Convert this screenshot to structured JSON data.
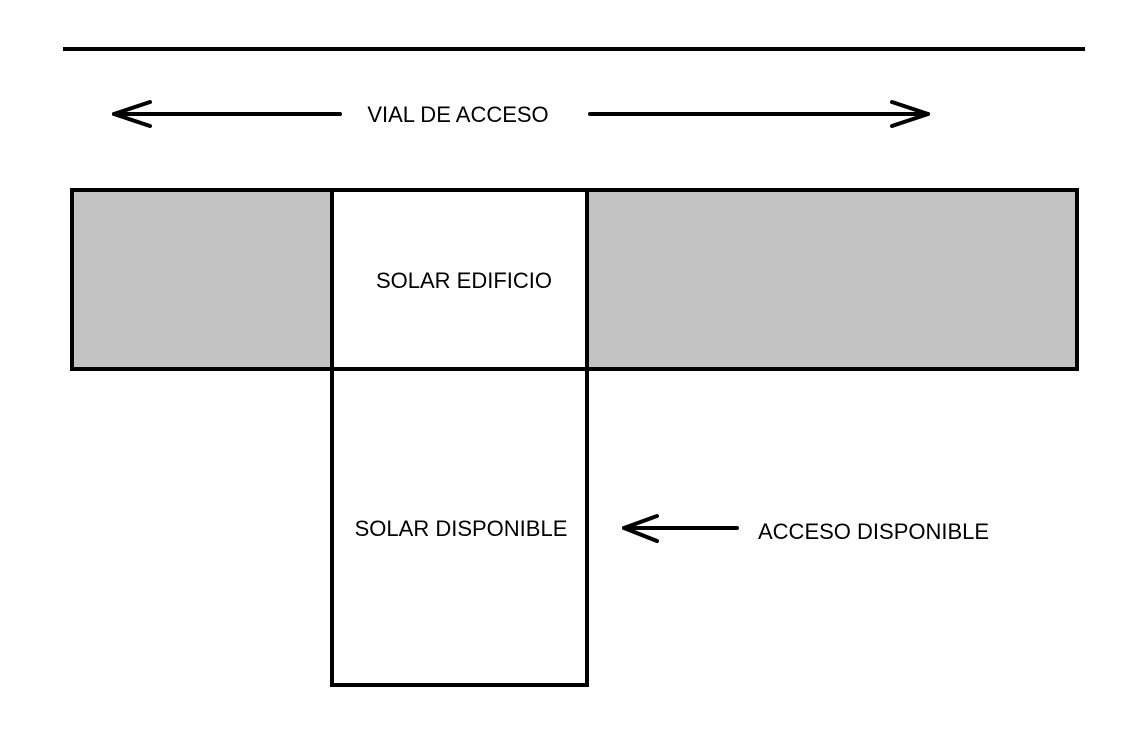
{
  "labels": {
    "road": "VIAL DE ACCESO",
    "building_plot": "SOLAR EDIFICIO",
    "available_plot": "SOLAR DISPONIBLE",
    "available_access": "ACCESO DISPONIBLE"
  },
  "colors": {
    "line": "#000000",
    "neighbor_fill": "#c3c3c3",
    "plot_fill": "#ffffff",
    "background": "#ffffff"
  }
}
